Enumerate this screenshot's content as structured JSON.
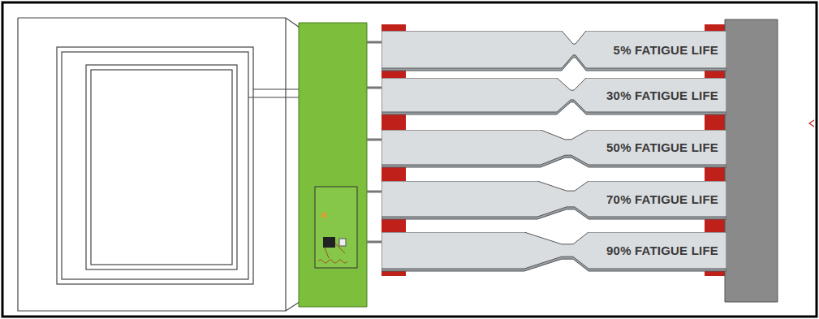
{
  "diagram": {
    "nodes": [
      {
        "text": [
          "5% FATIGUE LIFE"
        ]
      },
      {
        "text": [
          "30% FATIGUE LIFE"
        ]
      },
      {
        "text": [
          "50% FATIGUE LIFE"
        ]
      },
      {
        "text": [
          "70% FATIGUE LIFE"
        ]
      },
      {
        "text": [
          "90% FATIGUE LIFE"
        ]
      }
    ]
  }
}
